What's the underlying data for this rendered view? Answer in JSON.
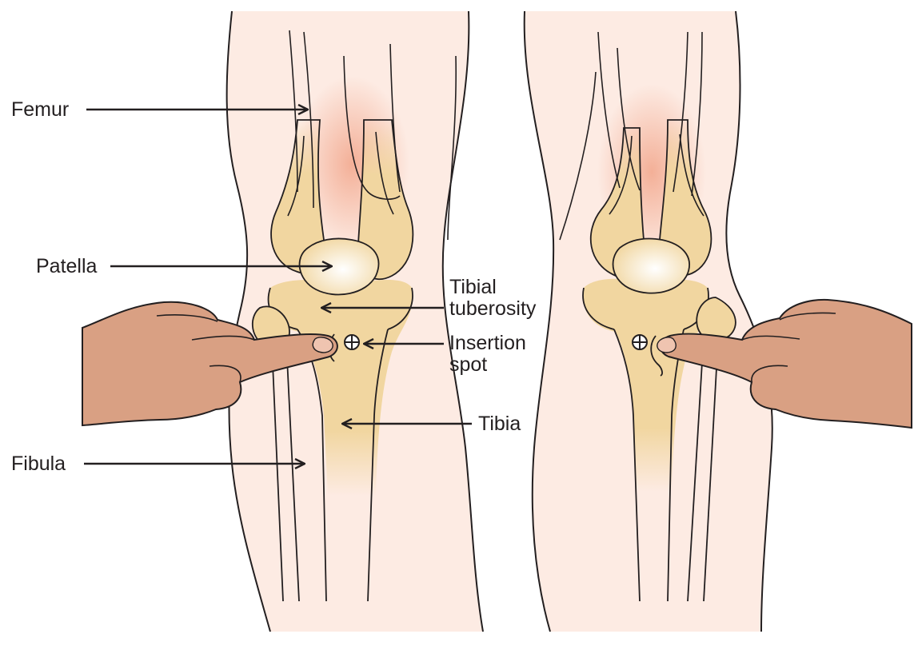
{
  "labels": {
    "femur": "Femur",
    "patella": "Patella",
    "tibial_tuberosity_line1": "Tibial",
    "tibial_tuberosity_line2": "tuberosity",
    "insertion_spot_line1": "Insertion",
    "insertion_spot_line2": "spot",
    "tibia": "Tibia",
    "fibula": "Fibula"
  },
  "colors": {
    "skin_tint": "#fdebe3",
    "bone": "#f1d6a0",
    "bone_highlight": "#fbf2dc",
    "hand": "#d9a083",
    "outline": "#231f20"
  },
  "icons": [
    "insertion-marker-icon",
    "pointing-hand-icon"
  ]
}
